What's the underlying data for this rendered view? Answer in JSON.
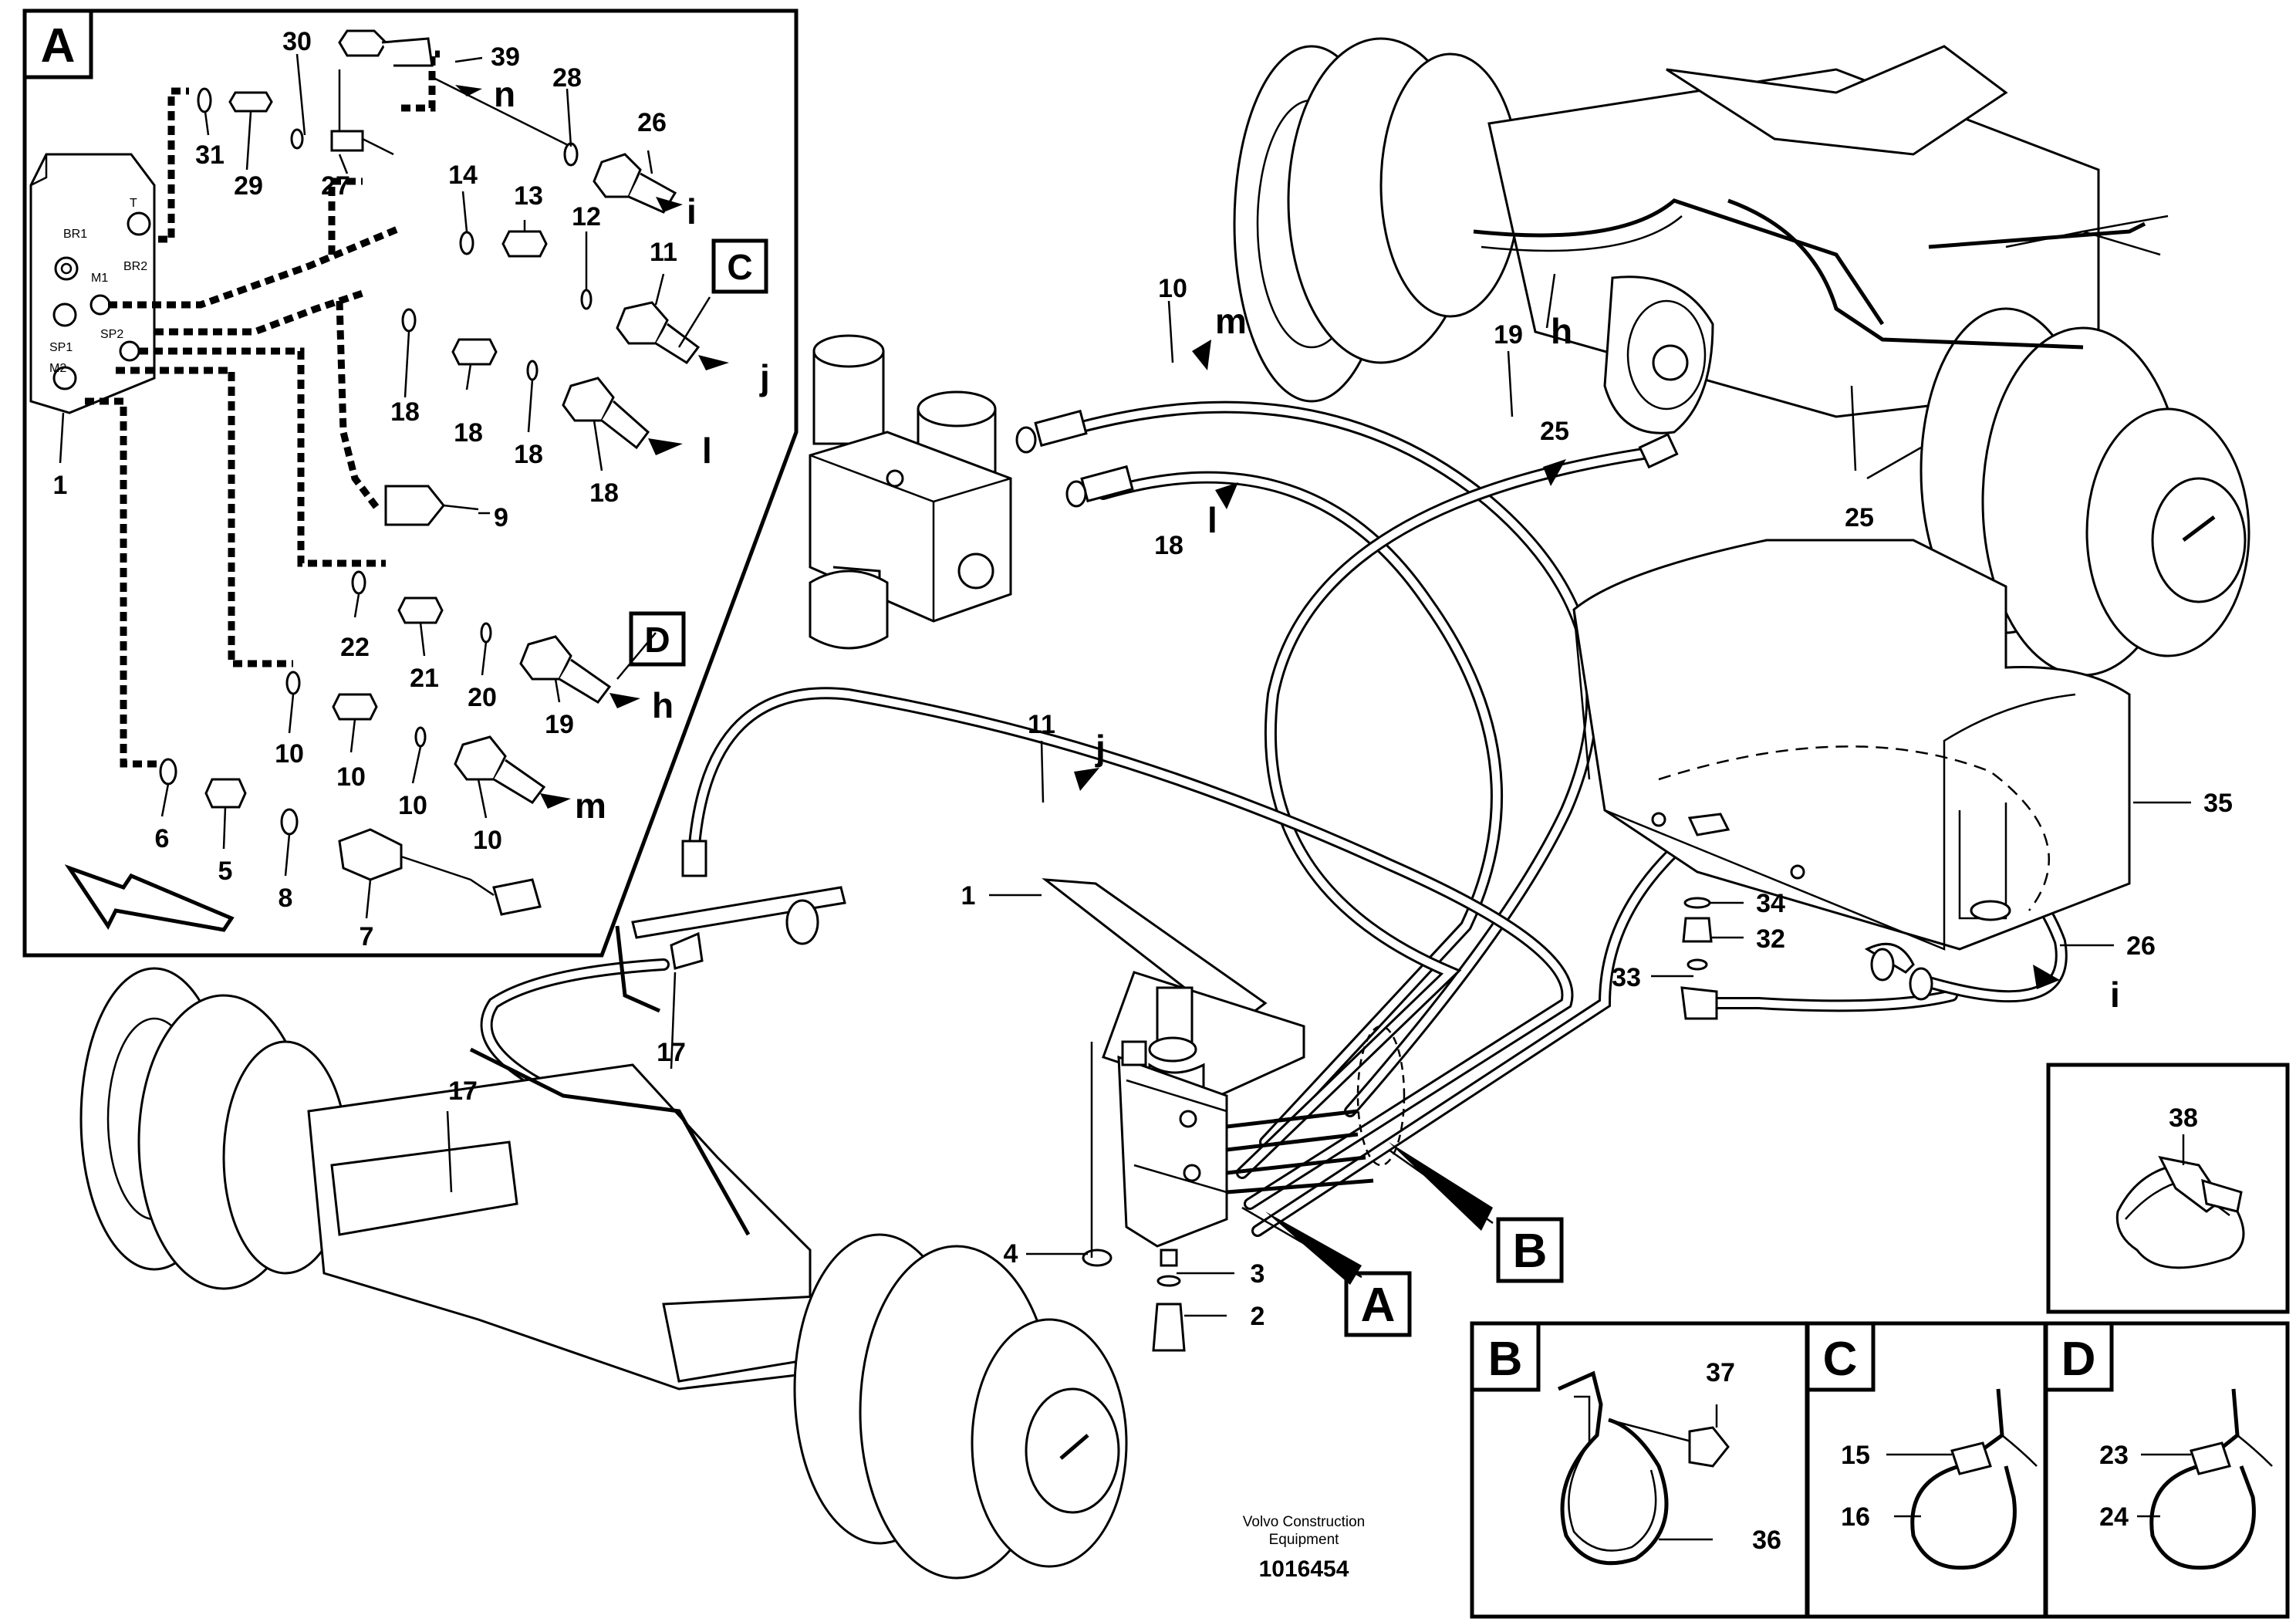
{
  "callouts": {
    "c1_main": "1",
    "c2": "2",
    "c3": "3",
    "c4": "4",
    "c10_main": "10",
    "c11_main": "11",
    "c17_a": "17",
    "c17_b": "17",
    "c18_main": "18",
    "c19_main": "19",
    "c25_a": "25",
    "c25_b": "25",
    "c26_main": "26",
    "c32": "32",
    "c33": "33",
    "c34": "34",
    "c35": "35",
    "l_m": "m",
    "l_l": "l",
    "l_h": "h",
    "l_j": "j",
    "l_i": "i"
  },
  "detail_a": {
    "title": "A",
    "c30": "30",
    "c39": "39",
    "c28": "28",
    "c26": "26",
    "c31": "31",
    "c29": "29",
    "c27": "27",
    "c14": "14",
    "c13": "13",
    "c12": "12",
    "c11": "11",
    "c18a": "18",
    "c18b": "18",
    "c18c": "18",
    "c18d": "18",
    "c9": "9",
    "c22": "22",
    "c21": "21",
    "c20": "20",
    "c19": "19",
    "c10a": "10",
    "c10b": "10",
    "c10c": "10",
    "c10d": "10",
    "c6": "6",
    "c5": "5",
    "c8": "8",
    "c7": "7",
    "c1": "1",
    "l_n": "n",
    "l_i": "i",
    "l_j": "j",
    "l_l": "l",
    "l_h": "h",
    "l_m": "m",
    "ref_c": "C",
    "ref_d": "D",
    "pins": {
      "br1": "BR1",
      "t": "T",
      "m1": "M1",
      "br2": "BR2",
      "sp1": "SP1",
      "sp2": "SP2",
      "m2": "M2"
    }
  },
  "detail_b": {
    "title": "B",
    "c37": "37",
    "c36": "36"
  },
  "detail_c": {
    "title": "C",
    "c15": "15",
    "c16": "16"
  },
  "detail_d": {
    "title": "D",
    "c23": "23",
    "c24": "24"
  },
  "detail_38": {
    "c38": "38"
  },
  "ref_b": "B",
  "ref_a": "A",
  "footer": {
    "maker_line1": "Volvo Construction",
    "maker_line2": "Equipment",
    "doc_number": "1016454"
  }
}
